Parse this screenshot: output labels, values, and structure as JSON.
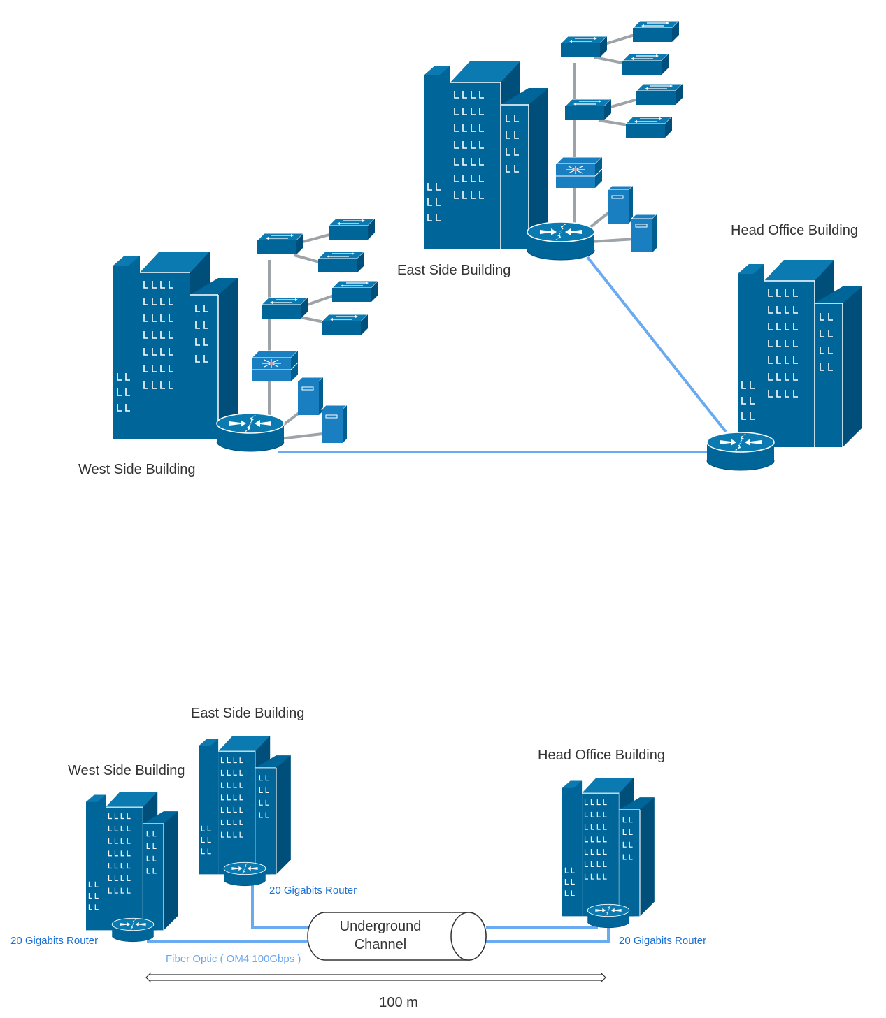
{
  "top_diagram": {
    "west_label": "West Side Building",
    "east_label": "East Side Building",
    "head_label": "Head Office Building"
  },
  "bottom_diagram": {
    "east_label": "East Side Building",
    "west_label": "West Side Building",
    "head_label": "Head Office Building",
    "router_label_east": "20 Gigabits Router",
    "router_label_west": "20 Gigabits Router",
    "router_label_head": "20 Gigabits Router",
    "channel_line1": "Underground",
    "channel_line2": "Channel",
    "fiber_label": "Fiber Optic ( OM4 100Gbps )",
    "distance_label": "100 m"
  },
  "colors": {
    "building": "#006699",
    "building_dark": "#004f7a",
    "device": "#006699",
    "link_gray": "#9ea3a8",
    "link_blue": "#6aaaf0"
  }
}
